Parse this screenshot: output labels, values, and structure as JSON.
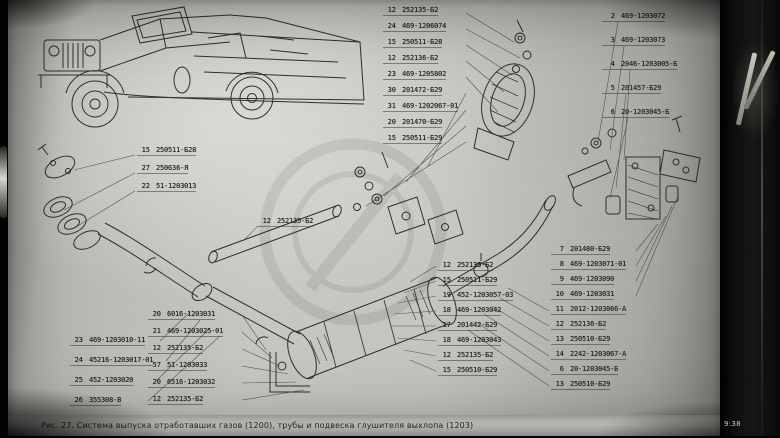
{
  "photo": {
    "clock": "9:38"
  },
  "caption": "Рис. 27. Система выпуска отработавших газов (1200), трубы и подвеска глушителя выхлопа (1203)",
  "parts": {
    "colA": [
      {
        "num": "12",
        "code": "252135-Б2"
      },
      {
        "num": "24",
        "code": "469-1206074"
      },
      {
        "num": "15",
        "code": "250511-Б28"
      },
      {
        "num": "12",
        "code": "252136-Б2"
      },
      {
        "num": "23",
        "code": "469-1205802"
      },
      {
        "num": "30",
        "code": "201472-Б29"
      },
      {
        "num": "31",
        "code": "469-1202067-01"
      },
      {
        "num": "20",
        "code": "201470-Б29"
      },
      {
        "num": "15",
        "code": "250511-Б29"
      }
    ],
    "colB": [
      {
        "num": "15",
        "code": "250511-Б28"
      },
      {
        "num": "27",
        "code": "250636-Я"
      },
      {
        "num": "22",
        "code": "51-1203013"
      }
    ],
    "colC": [
      {
        "num": "12",
        "code": "252135-Б2"
      }
    ],
    "colD": [
      {
        "num": "2",
        "code": "469-1203072"
      },
      {
        "num": "3",
        "code": "469-1203073"
      },
      {
        "num": "4",
        "code": "2046-1203005-Б"
      },
      {
        "num": "5",
        "code": "201457-Б29"
      },
      {
        "num": "6",
        "code": "20-1203045-Б"
      }
    ],
    "colE": [
      {
        "num": "7",
        "code": "201480-Б29"
      },
      {
        "num": "8",
        "code": "469-1203071-01"
      },
      {
        "num": "9",
        "code": "469-1203090"
      },
      {
        "num": "10",
        "code": "469-1203031"
      },
      {
        "num": "11",
        "code": "2012-1203066-А"
      },
      {
        "num": "12",
        "code": "252136-Б2"
      },
      {
        "num": "13",
        "code": "250510-Б29"
      },
      {
        "num": "14",
        "code": "2242-1203067-А"
      },
      {
        "num": "6",
        "code": "20-1203045-Б"
      },
      {
        "num": "13",
        "code": "250510-Б29"
      }
    ],
    "colF": [
      {
        "num": "12",
        "code": "252135-Б2"
      },
      {
        "num": "15",
        "code": "250511-Б29"
      },
      {
        "num": "19",
        "code": "452-1203057-03"
      },
      {
        "num": "18",
        "code": "469-1203042"
      },
      {
        "num": "17",
        "code": "201442-Б29"
      },
      {
        "num": "18",
        "code": "469-1203043"
      },
      {
        "num": "12",
        "code": "252135-Б2"
      },
      {
        "num": "15",
        "code": "250510-Б29"
      }
    ],
    "colG": [
      {
        "num": "23",
        "code": "469-1203010-11"
      },
      {
        "num": "24",
        "code": "45216-1203017-01"
      },
      {
        "num": "25",
        "code": "452-1203020"
      },
      {
        "num": "26",
        "code": "355308-В"
      }
    ],
    "colH": [
      {
        "num": "20",
        "code": "6016-1203031"
      },
      {
        "num": "21",
        "code": "469-1203025-01"
      },
      {
        "num": "12",
        "code": "252135-Б2"
      },
      {
        "num": "57",
        "code": "51-1203033"
      },
      {
        "num": "20",
        "code": "6516-1203032"
      },
      {
        "num": "12",
        "code": "252135-Б2"
      }
    ]
  }
}
